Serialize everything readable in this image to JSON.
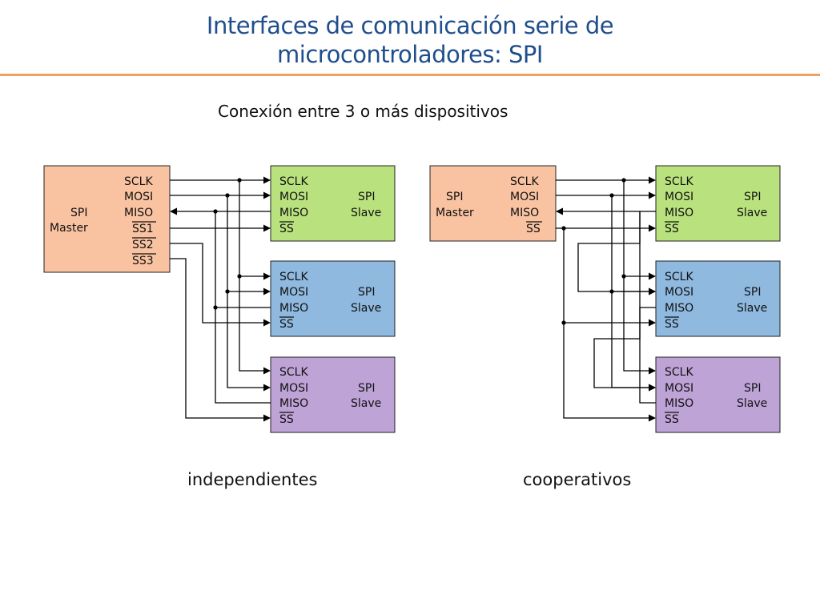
{
  "slide": {
    "title_line1": "Interfaces de comunicación serie de",
    "title_line2": "microcontroladores: SPI",
    "subtitle": "Conexión entre 3 o más dispositivos",
    "caption_left": "independientes",
    "caption_right": "cooperativos"
  },
  "colors": {
    "master": "#f9c3a2",
    "slave1": "#b9e27e",
    "slave2": "#8fb9df",
    "slave3": "#bea3d6",
    "accent_rule": "#f0a060",
    "title": "#1f4e8c"
  },
  "master_left": {
    "name": "SPI",
    "role": "Master",
    "pins": [
      "SCLK",
      "MOSI",
      "MISO",
      "SS1",
      "SS2",
      "SS3"
    ]
  },
  "master_right": {
    "name": "SPI",
    "role": "Master",
    "pins": [
      "SCLK",
      "MOSI",
      "MISO",
      "SS"
    ]
  },
  "slave": {
    "name": "SPI",
    "role": "Slave",
    "pins": [
      "SCLK",
      "MOSI",
      "MISO",
      "SS"
    ]
  }
}
